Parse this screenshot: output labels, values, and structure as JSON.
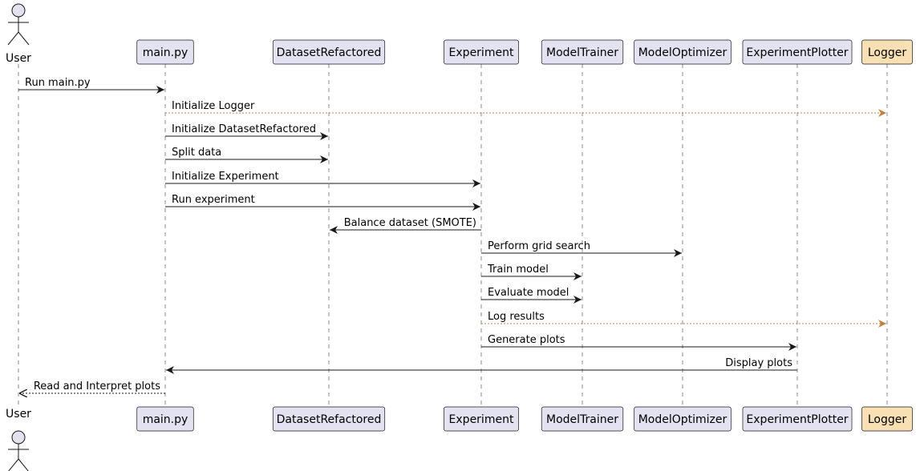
{
  "diagram": {
    "type": "sequence",
    "participants": [
      {
        "id": "user",
        "label": "User",
        "kind": "actor"
      },
      {
        "id": "main",
        "label": "main.py",
        "kind": "participant"
      },
      {
        "id": "dataset",
        "label": "DatasetRefactored",
        "kind": "participant"
      },
      {
        "id": "experiment",
        "label": "Experiment",
        "kind": "participant"
      },
      {
        "id": "trainer",
        "label": "ModelTrainer",
        "kind": "participant"
      },
      {
        "id": "optimizer",
        "label": "ModelOptimizer",
        "kind": "participant"
      },
      {
        "id": "plotter",
        "label": "ExperimentPlotter",
        "kind": "participant"
      },
      {
        "id": "logger",
        "label": "Logger",
        "kind": "participant",
        "highlight": true
      }
    ],
    "messages": [
      {
        "from": "user",
        "to": "main",
        "label": "Run main.py",
        "style": "solid"
      },
      {
        "from": "main",
        "to": "logger",
        "label": "Initialize Logger",
        "style": "dashed-log"
      },
      {
        "from": "main",
        "to": "dataset",
        "label": "Initialize DatasetRefactored",
        "style": "solid"
      },
      {
        "from": "main",
        "to": "dataset",
        "label": "Split data",
        "style": "solid"
      },
      {
        "from": "main",
        "to": "experiment",
        "label": "Initialize Experiment",
        "style": "solid"
      },
      {
        "from": "main",
        "to": "experiment",
        "label": "Run experiment",
        "style": "solid"
      },
      {
        "from": "experiment",
        "to": "dataset",
        "label": "Balance dataset (SMOTE)",
        "style": "solid"
      },
      {
        "from": "experiment",
        "to": "optimizer",
        "label": "Perform grid search",
        "style": "solid"
      },
      {
        "from": "experiment",
        "to": "trainer",
        "label": "Train model",
        "style": "solid"
      },
      {
        "from": "experiment",
        "to": "trainer",
        "label": "Evaluate model",
        "style": "solid"
      },
      {
        "from": "experiment",
        "to": "logger",
        "label": "Log results",
        "style": "dashed-log"
      },
      {
        "from": "experiment",
        "to": "plotter",
        "label": "Generate plots",
        "style": "solid"
      },
      {
        "from": "plotter",
        "to": "main",
        "label": "Display plots",
        "style": "solid"
      },
      {
        "from": "main",
        "to": "user",
        "label": "Read and Interpret plots",
        "style": "dashed"
      }
    ]
  },
  "colors": {
    "participant_fill": "#E2E2F0",
    "participant_border": "#181818",
    "logger_fill": "#F8E0B4",
    "lifeline": "#888888",
    "arrow": "#181818",
    "log_arrow": "#C08040"
  }
}
